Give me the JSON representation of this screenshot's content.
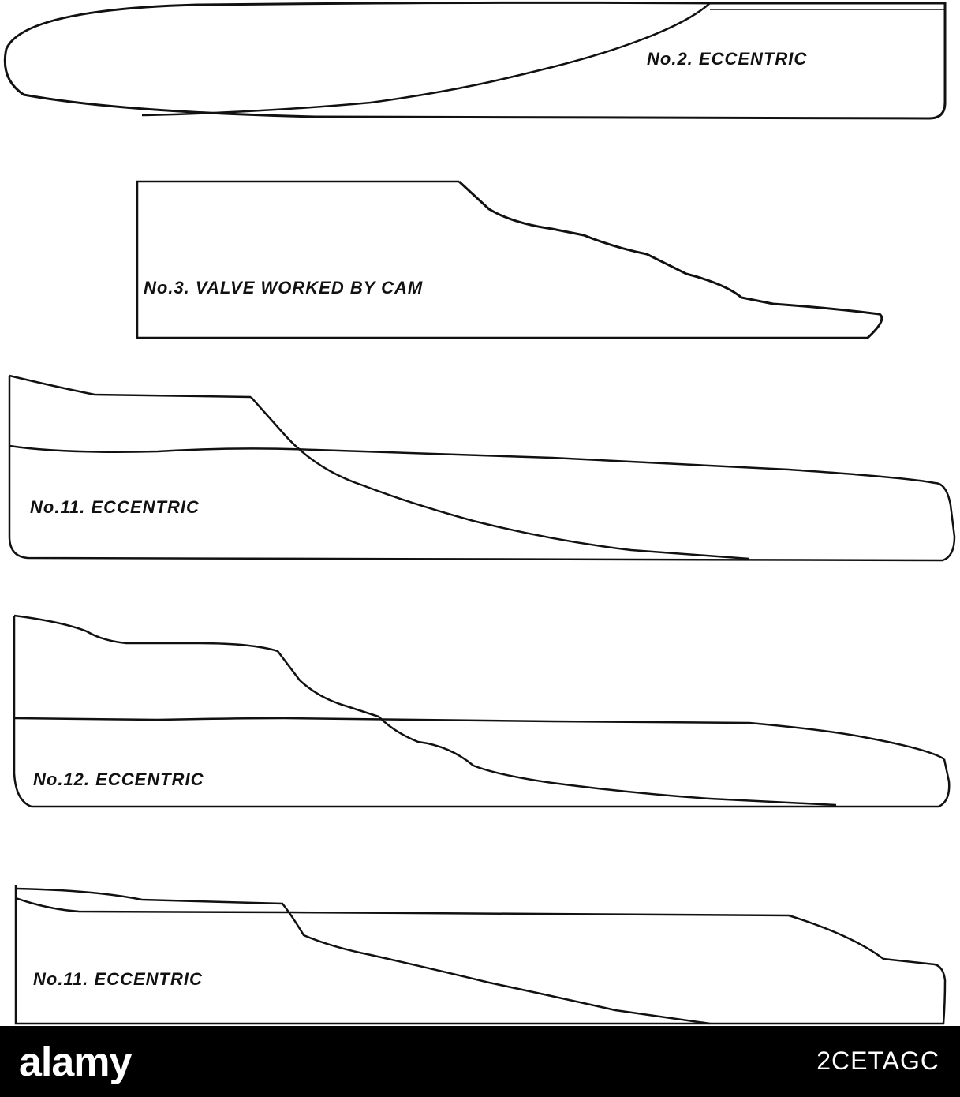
{
  "diagrams": [
    {
      "id": "no2",
      "label": "No.2. ECCENTRIC"
    },
    {
      "id": "no3",
      "label": "No.3. VALVE WORKED BY CAM"
    },
    {
      "id": "no11a",
      "label": "No.11. ECCENTRIC"
    },
    {
      "id": "no12",
      "label": "No.12. ECCENTRIC"
    },
    {
      "id": "no11b",
      "label": "No.11. ECCENTRIC"
    }
  ],
  "stock": {
    "logo": "alamy",
    "image_id": "2CETAGC"
  },
  "colors": {
    "ink": "#111111",
    "paper": "#ffffff",
    "bar": "#000000"
  }
}
